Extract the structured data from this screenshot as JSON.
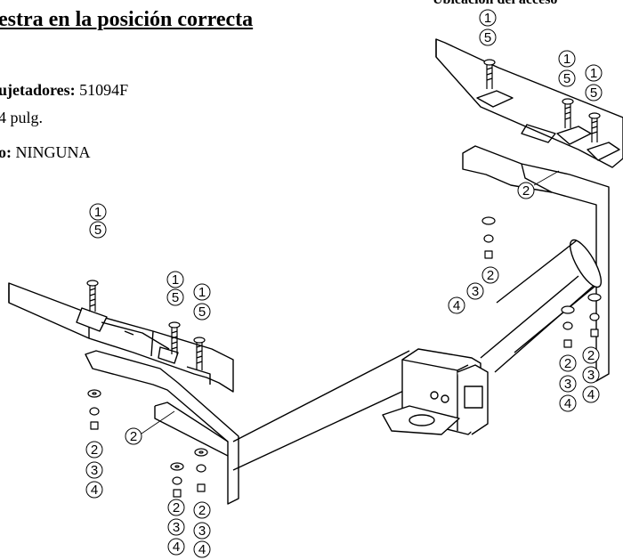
{
  "header": {
    "title": "estra en la posición correcta",
    "location_label": "Ubicación del acceso"
  },
  "specs": {
    "fasteners_label": "ujetadores:",
    "fasteners_value": " 51094F",
    "torque_text": "4 pulg.",
    "drilling_label": "o:",
    "drilling_value": "  NINGUNA"
  },
  "callouts": {
    "left_top_bolt": [
      "1",
      "5"
    ],
    "left_mid_bolt": [
      "1",
      "5"
    ],
    "left_right_bolt": [
      "1",
      "5"
    ],
    "left_bracket": "2",
    "left_stack_a": [
      "2",
      "3",
      "4"
    ],
    "left_stack_b": [
      "2",
      "3",
      "4"
    ],
    "left_stack_c": [
      "2",
      "3",
      "4"
    ],
    "right_top_bolt": [
      "1",
      "5"
    ],
    "right_mid_bolt": [
      "1",
      "5"
    ],
    "right_right_bolt": [
      "1",
      "5"
    ],
    "right_bracket": "2",
    "right_stack_a": [
      "4",
      "3",
      "2"
    ],
    "right_stack_b": [
      "2",
      "3",
      "4"
    ],
    "right_stack_c": [
      "2",
      "3",
      "4"
    ]
  }
}
